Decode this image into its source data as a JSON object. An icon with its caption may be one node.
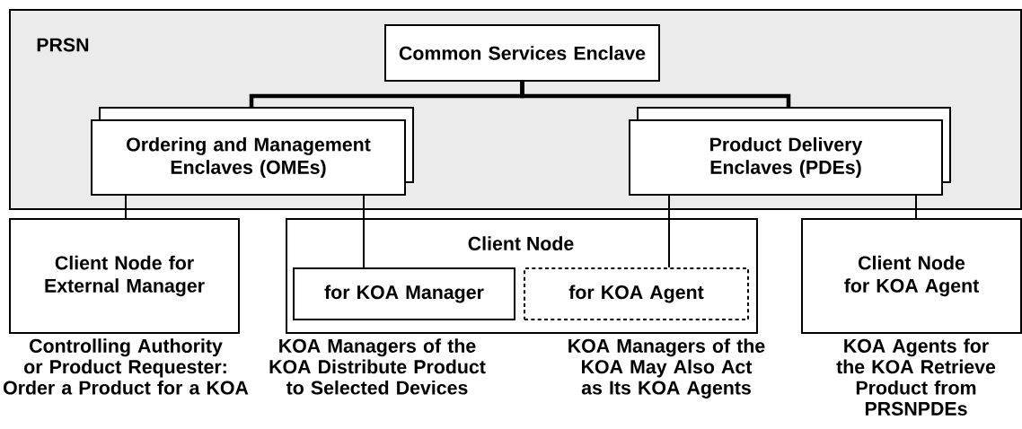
{
  "diagram": {
    "nodes": [
      {
        "text": [
          "PRSN"
        ]
      },
      {
        "text": [
          "Common Services Enclave"
        ],
        "in": 0
      },
      {
        "text": [
          "Ordering and Management Enclaves (OMEs)"
        ],
        "in": 0
      },
      {
        "text": [
          "Product Delivery Enclaves (PDEs)"
        ],
        "in": 0
      },
      {
        "text": [
          "Client Node for External Manager"
        ],
        "beside": [
          "Controlling Authority or Product Requester: Order a Product for a KOA"
        ]
      },
      {
        "text": [
          "Client Node"
        ]
      },
      {
        "text": [
          "for KOA Manager"
        ],
        "in": 5,
        "beside": [
          "KOA Managers of the KOA Distribute Product to Selected Devices"
        ]
      },
      {
        "text": [
          "for KOA Agent"
        ],
        "in": 5,
        "beside": [
          "KOA Managers of the KOA May Also Act as Its KOA Agents"
        ]
      },
      {
        "text": [
          "Client Node for KOA Agent"
        ],
        "beside": [
          "KOA Agents for the KOA Retrieve Product from PRSNPDEs"
        ]
      }
    ],
    "edges": [
      {
        "from": 1,
        "to": 2,
        "arrow": "none",
        "style": "thick"
      },
      {
        "from": 1,
        "to": 3,
        "arrow": "none",
        "style": "thick"
      },
      {
        "from": 2,
        "to": 4,
        "arrow": "none"
      },
      {
        "from": 2,
        "to": 6,
        "arrow": "none"
      },
      {
        "from": 3,
        "to": 7,
        "arrow": "none"
      },
      {
        "from": 3,
        "to": 8,
        "arrow": "none"
      }
    ]
  }
}
